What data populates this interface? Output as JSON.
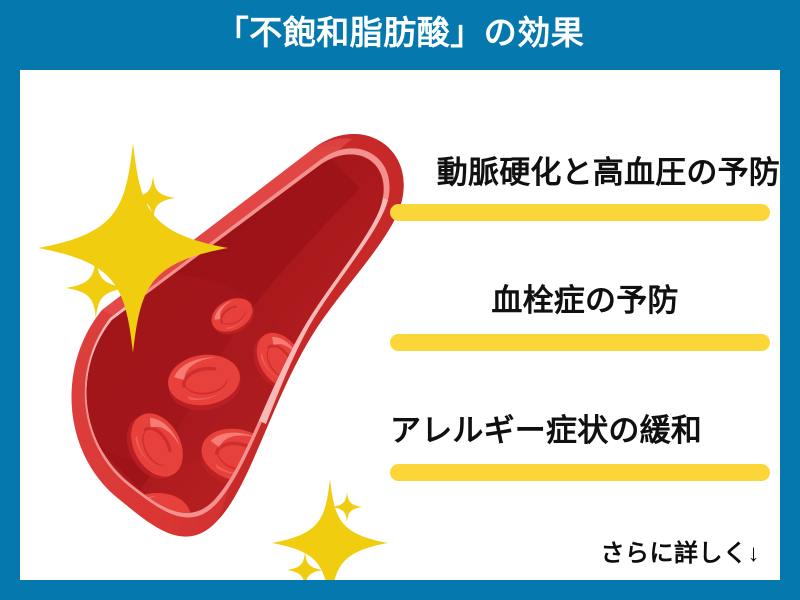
{
  "poster": {
    "title": "「不飽和脂肪酸」の効果",
    "background_color": "#0579ae",
    "card_color": "#ffffff"
  },
  "illustration": {
    "name": "blood-vessel-with-red-blood-cells",
    "colors": {
      "vessel_outer_light": "#d93634",
      "vessel_outer_dark": "#c92b2b",
      "vessel_wall_pink": "#f2918e",
      "vessel_wall_pink_light": "#f8b4b1",
      "lumen_dark": "#a1161a",
      "lumen_mid": "#b81f22",
      "cell_red": "#e8413c",
      "cell_shadow": "#bf2326",
      "cell_highlight": "#f46b64",
      "sparkle_yellow": "#f0cd0f"
    },
    "sparkles": [
      {
        "name": "sparkle-cluster-top-left"
      },
      {
        "name": "sparkle-cluster-bottom"
      }
    ]
  },
  "benefits": {
    "bar_color": "#fbd638",
    "items": [
      {
        "label": "動脈硬化と高血圧の予防",
        "align": "align-right"
      },
      {
        "label": "血栓症の予防",
        "align": "align-center"
      },
      {
        "label": "アレルギー症状の緩和",
        "align": "align-left"
      }
    ]
  },
  "footer": {
    "more_label": "さらに詳しく↓"
  }
}
